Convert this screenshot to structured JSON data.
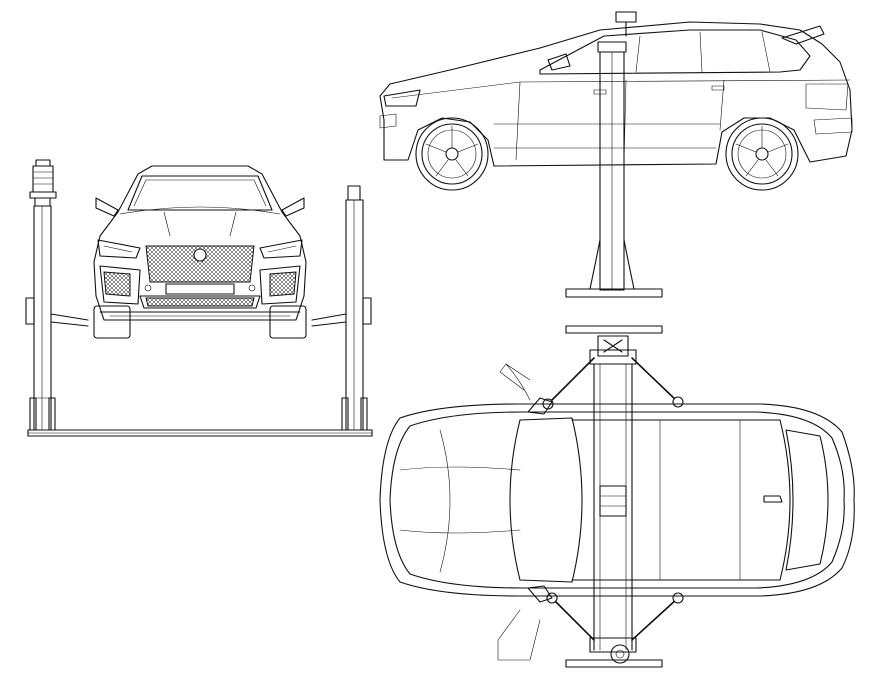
{
  "drawing": {
    "views": [
      "front-elevation",
      "side-elevation",
      "top-plan"
    ],
    "colors": {
      "line": "#111111",
      "background": "#ffffff"
    }
  }
}
